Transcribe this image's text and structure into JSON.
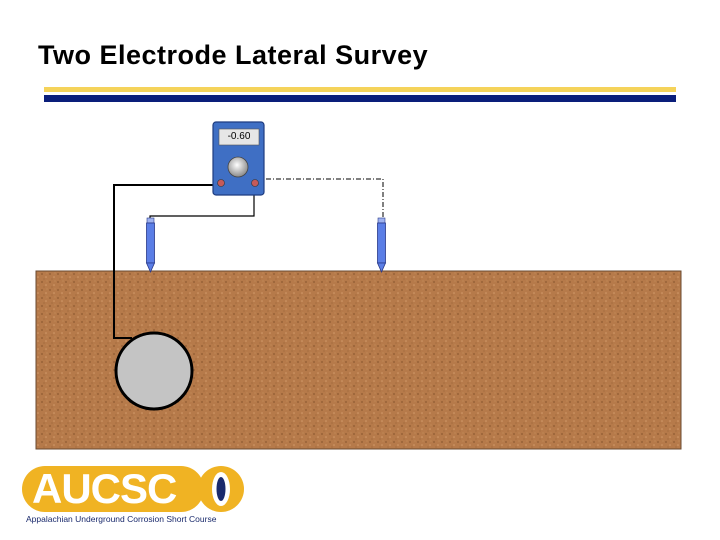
{
  "slide": {
    "title": "Two Electrode Lateral Survey"
  },
  "meter": {
    "reading": "-0.60",
    "case_color": "#3f6fc4"
  },
  "diagram": {
    "soil_color": "#b67a4a",
    "pipe_color": "#c4c4c4",
    "electrode_color": "#5b7ee6",
    "lead_wire": "solid",
    "remote_wire": "dash-dot"
  },
  "colors": {
    "accent_gold": "#f5d35a",
    "accent_navy": "#0a1e7a"
  },
  "logo": {
    "wordmark": "AUCSC",
    "tagline": "Appalachian Underground Corrosion Short Course"
  }
}
